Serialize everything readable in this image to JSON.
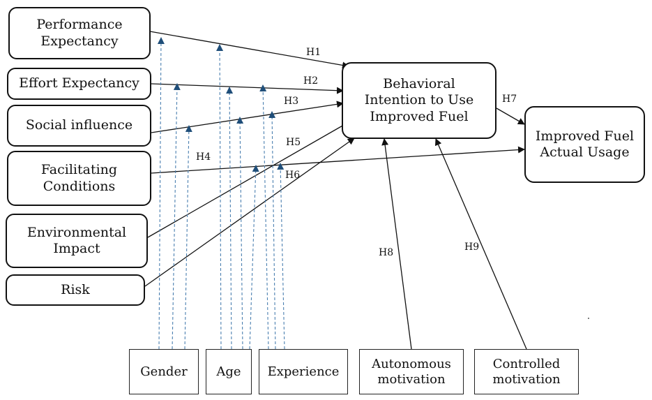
{
  "constructs": {
    "performance_expectancy": {
      "line1": "Performance",
      "line2": "Expectancy"
    },
    "effort_expectancy": {
      "line1": "Effort Expectancy"
    },
    "social_influence": {
      "line1": "Social influence"
    },
    "facilitating_conditions": {
      "line1": "Facilitating",
      "line2": "Conditions"
    },
    "environmental_impact": {
      "line1": "Environmental",
      "line2": "Impact"
    },
    "risk": {
      "line1": "Risk"
    },
    "behavioral_intention": {
      "line1": "Behavioral",
      "line2": "Intention to Use",
      "line3": "Improved Fuel"
    },
    "actual_usage": {
      "line1": "Improved Fuel",
      "line2": "Actual Usage"
    }
  },
  "moderators": {
    "gender": {
      "line1": "Gender"
    },
    "age": {
      "line1": "Age"
    },
    "experience": {
      "line1": "Experience"
    },
    "autonomous_motivation": {
      "line1": "Autonomous",
      "line2": "motivation"
    },
    "controlled_motivation": {
      "line1": "Controlled",
      "line2": "motivation"
    }
  },
  "hypotheses": {
    "h1": "H1",
    "h2": "H2",
    "h3": "H3",
    "h4": "H4",
    "h5": "H5",
    "h6": "H6",
    "h7": "H7",
    "h8": "H8",
    "h9": "H9"
  },
  "colors": {
    "line": "#111111",
    "moderator_line": "#4a7fb0",
    "moderator_arrow": "#1f4e79"
  }
}
